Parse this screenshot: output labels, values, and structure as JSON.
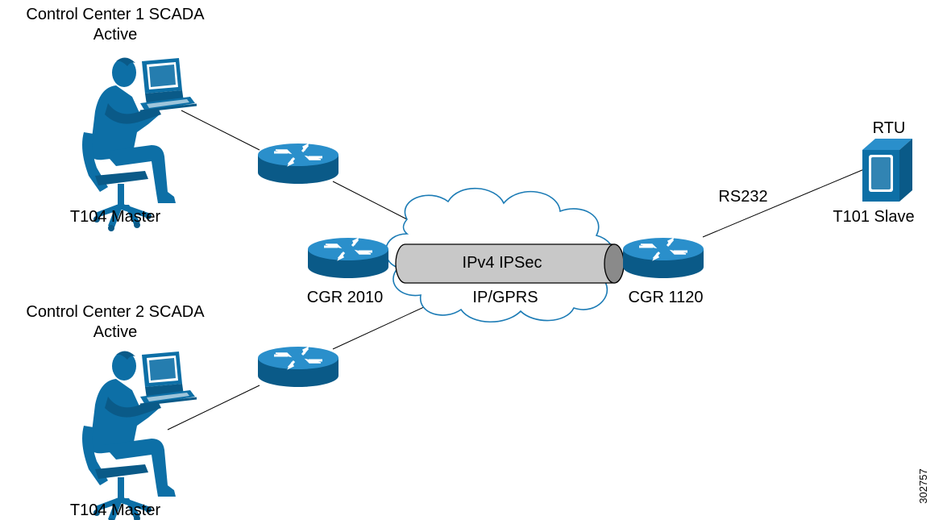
{
  "labels": {
    "cc1_line1": "Control Center 1 SCADA",
    "cc1_line2": "Active",
    "cc1_master": "T104 Master",
    "cc2_line1": "Control Center 2 SCADA",
    "cc2_line2": "Active",
    "cc2_master": "T104 Master",
    "cgr2010": "CGR 2010",
    "tunnel": "IPv4 IPSec",
    "cloud": "IP/GPRS",
    "cgr1120": "CGR 1120",
    "rs232": "RS232",
    "rtu": "RTU",
    "rtu_role": "T101 Slave",
    "figure_id": "302757"
  },
  "colors": {
    "device_blue": "#0d6fa6",
    "device_dark": "#0a5a88",
    "tunnel_gray": "#c8c8c8",
    "cloud_stroke": "#1b7bb5",
    "link": "#000000"
  },
  "icons": {
    "workstation": "person-at-computer-icon",
    "router": "router-icon",
    "rtu": "rtu-device-icon",
    "cloud": "network-cloud-icon",
    "tunnel": "ipsec-tunnel-icon"
  }
}
